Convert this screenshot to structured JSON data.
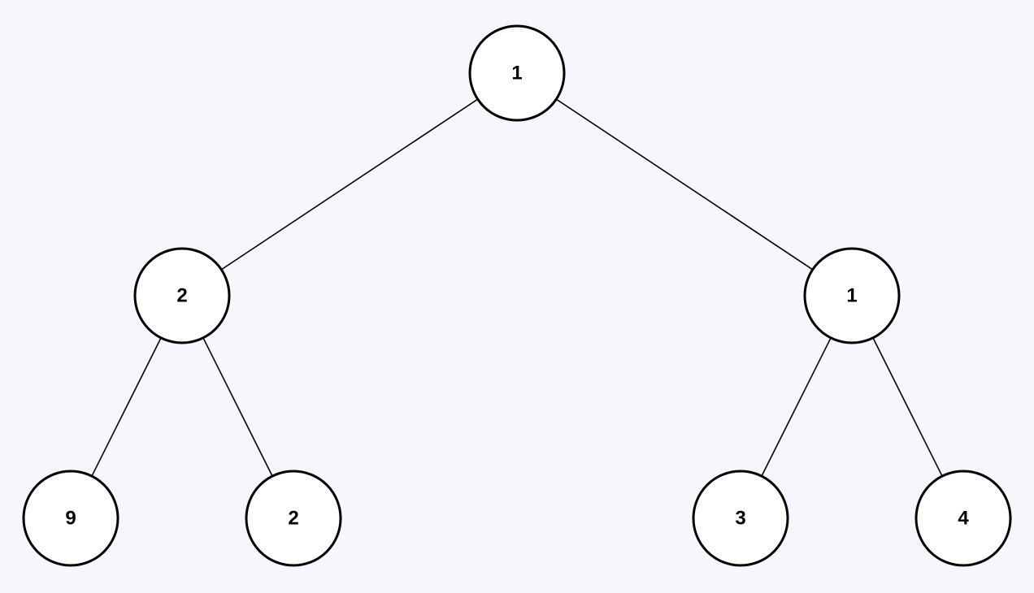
{
  "tree": {
    "nodes": [
      {
        "id": "root",
        "label": "1"
      },
      {
        "id": "left",
        "label": "2"
      },
      {
        "id": "right",
        "label": "1"
      },
      {
        "id": "left-left",
        "label": "9"
      },
      {
        "id": "left-right",
        "label": "2"
      },
      {
        "id": "right-left",
        "label": "3"
      },
      {
        "id": "right-right",
        "label": "4"
      }
    ],
    "edges": [
      {
        "from": "root",
        "to": "left"
      },
      {
        "from": "root",
        "to": "right"
      },
      {
        "from": "left",
        "to": "left-left"
      },
      {
        "from": "left",
        "to": "left-right"
      },
      {
        "from": "right",
        "to": "right-left"
      },
      {
        "from": "right",
        "to": "right-right"
      }
    ]
  }
}
